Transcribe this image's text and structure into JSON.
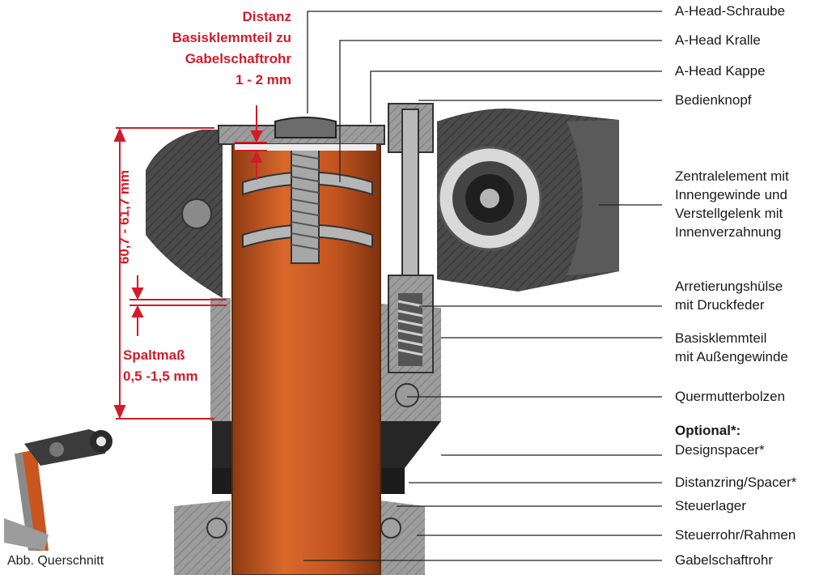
{
  "title_lines": [
    "Distanz",
    "Basisklemmteil zu",
    "Gabelschaftrohr",
    "1 - 2 mm"
  ],
  "dim_vertical": "60,7 - 61,7 mm",
  "gap_lines": [
    "Spaltmaß",
    "0,5 -1,5 mm"
  ],
  "caption": "Abb. Querschnitt",
  "labels": [
    "A-Head-Schraube",
    "A-Head Kralle",
    "A-Head Kappe",
    "Bedienknopf",
    "Zentralelement mit",
    "Innengewinde und",
    "Verstellgelenk mit",
    "Innenverzahnung",
    "Arretierungshülse",
    "mit Druckfeder",
    "Basisklemmteil",
    "mit Außengewinde",
    "Quermutterbolzen",
    "Optional*:",
    "Designspacer*",
    "Distanzring/Spacer*",
    "Steuerlager",
    "Steuerrohr/Rahmen",
    "Gabelschaftrohr"
  ],
  "colors": {
    "accent": "#d21b2a",
    "tube": "#c9561e",
    "metal": "#8a8a8a",
    "dark": "#2a2a2a"
  }
}
